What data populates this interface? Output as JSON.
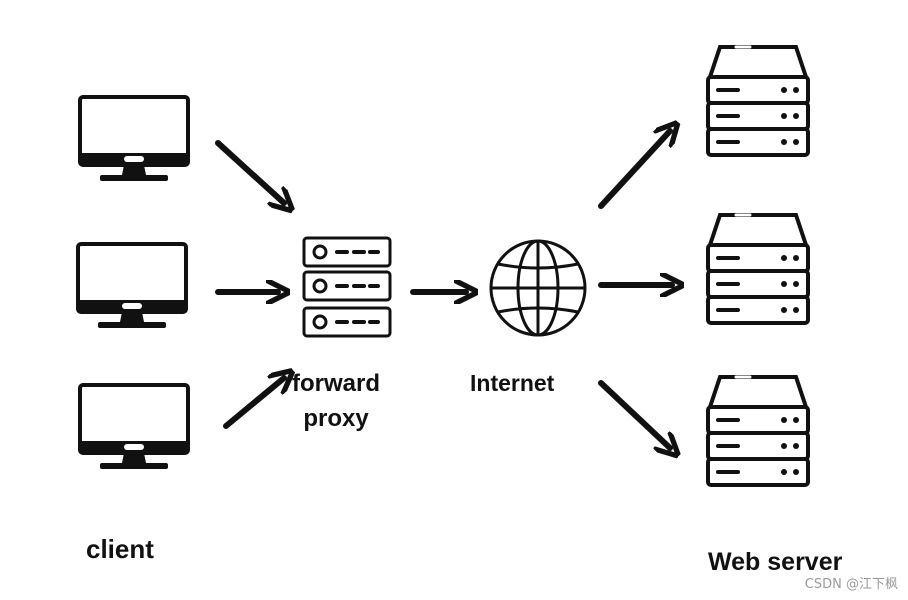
{
  "labels": {
    "client": "client",
    "proxy_line1": "forward",
    "proxy_line2": "proxy",
    "internet": "Internet",
    "web_server": "Web server"
  },
  "watermark": "CSDN @江下枫",
  "colors": {
    "stroke": "#111111",
    "background": "#ffffff"
  },
  "nodes": {
    "clients": [
      "monitor-icon",
      "monitor-icon",
      "monitor-icon"
    ],
    "proxy": "server-rack-icon",
    "internet": "globe-icon",
    "web_servers": [
      "server-rack-icon",
      "server-rack-icon",
      "server-rack-icon"
    ]
  }
}
